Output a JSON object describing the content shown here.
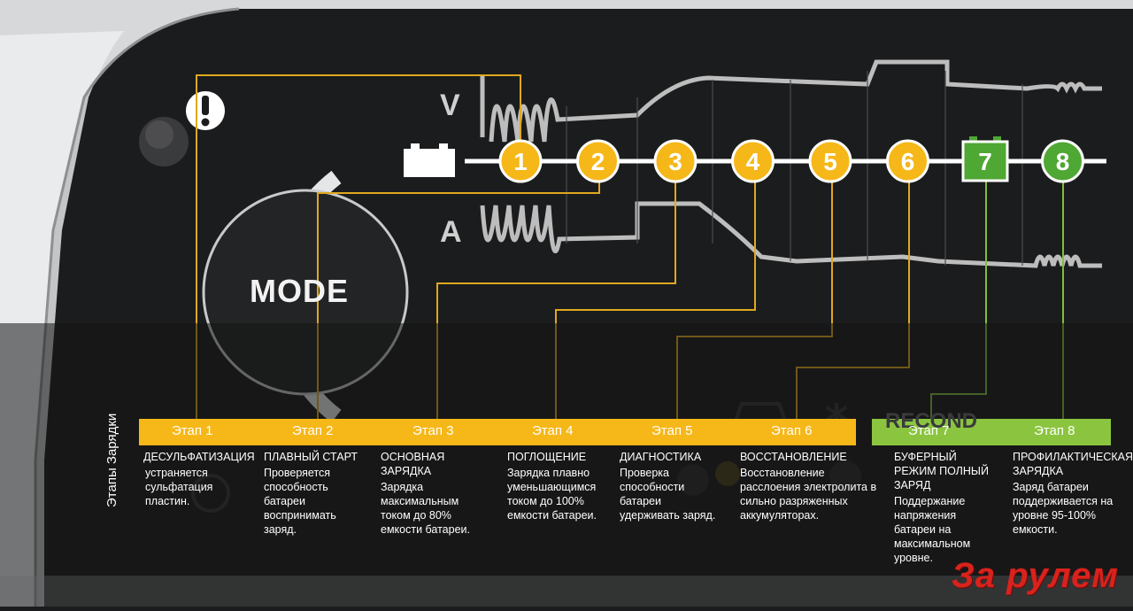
{
  "diagram": {
    "side_title": "Этапы  Зарядки",
    "mode_button": "MODE",
    "voltage_symbol": "V",
    "current_symbol": "A",
    "ghost_text": "RECOND",
    "brand_logo": "За рулем",
    "colors": {
      "yellow": "#f6b719",
      "green": "#4fa734",
      "green_band": "#8bc53f",
      "background": "#1b1c1d",
      "bezel": "#d4d6d8"
    },
    "steps": [
      {
        "number": "1",
        "color": "yellow",
        "shape": "circle"
      },
      {
        "number": "2",
        "color": "yellow",
        "shape": "circle"
      },
      {
        "number": "3",
        "color": "yellow",
        "shape": "circle"
      },
      {
        "number": "4",
        "color": "yellow",
        "shape": "circle"
      },
      {
        "number": "5",
        "color": "yellow",
        "shape": "circle"
      },
      {
        "number": "6",
        "color": "yellow",
        "shape": "circle"
      },
      {
        "number": "7",
        "color": "green",
        "shape": "square"
      },
      {
        "number": "8",
        "color": "green",
        "shape": "circle"
      }
    ],
    "stages": [
      {
        "label": "Этап 1",
        "title": "ДЕСУЛЬФАТИЗАЦИЯ",
        "desc": "устраняется сульфатация пластин."
      },
      {
        "label": "Этап 2",
        "title": "ПЛАВНЫЙ СТАРТ",
        "desc": "Проверяется способность батареи воспринимать заряд."
      },
      {
        "label": "Этап 3",
        "title": "ОСНОВНАЯ ЗАРЯДКА",
        "desc": "Зарядка максимальным током до 80% емкости батареи."
      },
      {
        "label": "Этап 4",
        "title": "ПОГЛОЩЕНИЕ",
        "desc": "Зарядка плавно уменьшающимся током до 100% емкости батареи."
      },
      {
        "label": "Этап 5",
        "title": "ДИАГНОСТИКА",
        "desc": "Проверка способности батареи удерживать заряд."
      },
      {
        "label": "Этап  6",
        "title": "ВОССТАНОВЛЕНИЕ",
        "desc": "Восстановление расслоения электролита в сильно разряженных аккумуляторах."
      },
      {
        "label": "Этап  7",
        "title": "БУФЕРНЫЙ РЕЖИМ ПОЛНЫЙ ЗАРЯД",
        "desc": "Поддержание напряжения батареи на максимальном уровне."
      },
      {
        "label": "Этап 8",
        "title": "ПРОФИЛАКТИЧЕСКАЯ ЗАРЯДКА",
        "desc": "Заряд батареи поддерживается на уровне 95-100% емкости."
      }
    ]
  }
}
